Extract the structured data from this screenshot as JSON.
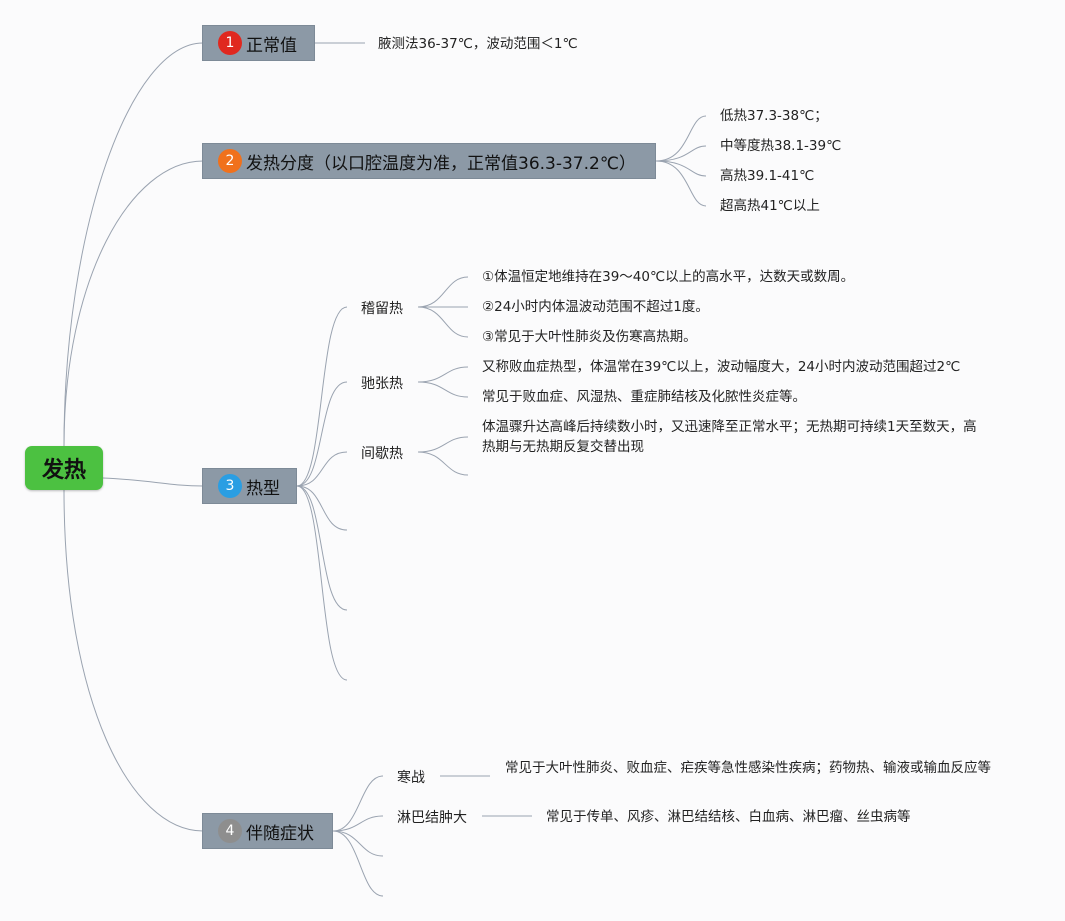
{
  "colors": {
    "root_bg": "#4cc141",
    "topic_bg": "#8c99a6",
    "badge_1": "#e0281f",
    "badge_2": "#f0711c",
    "badge_3": "#2a9ee3",
    "badge_4": "#8e8e8e",
    "line": "#9aa3b0"
  },
  "root": {
    "label": "发热"
  },
  "topics": {
    "normal": {
      "badge": "1",
      "badge_icon": "number-badge-1",
      "label": "正常值",
      "leaf": "腋测法36-37℃，波动范围＜1℃"
    },
    "grade": {
      "badge": "2",
      "badge_icon": "number-badge-2",
      "label": "发热分度（以口腔温度为准，正常值36.3-37.2℃）",
      "leaves": [
        "低热37.3-38℃；",
        "中等度热38.1-39℃",
        "高热39.1-41℃",
        "超高热41℃以上"
      ]
    },
    "types": {
      "badge": "3",
      "badge_icon": "number-badge-3",
      "label": "热型",
      "subs": [
        {
          "label": "稽留热",
          "leaves": [
            "①体温恒定地维持在39～40℃以上的高水平，达数天或数周。",
            "②24小时内体温波动范围不超过1度。",
            "③常见于大叶性肺炎及伤寒高热期。"
          ]
        },
        {
          "label": "驰张热",
          "leaves": [
            "又称败血症热型，体温常在39℃以上，波动幅度大，24小时内波动范围超过2℃",
            "常见于败血症、风湿热、重症肺结核及化脓性炎症等。"
          ]
        },
        {
          "label": "间歇热",
          "leaves": [
            "体温骤升达高峰后持续数小时，又迅速降至正常水平；无热期可持续1天至数天，高热期与无热期反复交替出现"
          ]
        }
      ]
    },
    "symptoms": {
      "badge": "4",
      "badge_icon": "number-badge-4",
      "label": "伴随症状",
      "subs": [
        {
          "label": "寒战",
          "leaf": "常见于大叶性肺炎、败血症、疟疾等急性感染性疾病；药物热、输液或输血反应等"
        },
        {
          "label": "淋巴结肿大",
          "leaf": "常见于传单、风疹、淋巴结结核、白血病、淋巴瘤、丝虫病等"
        }
      ]
    }
  }
}
